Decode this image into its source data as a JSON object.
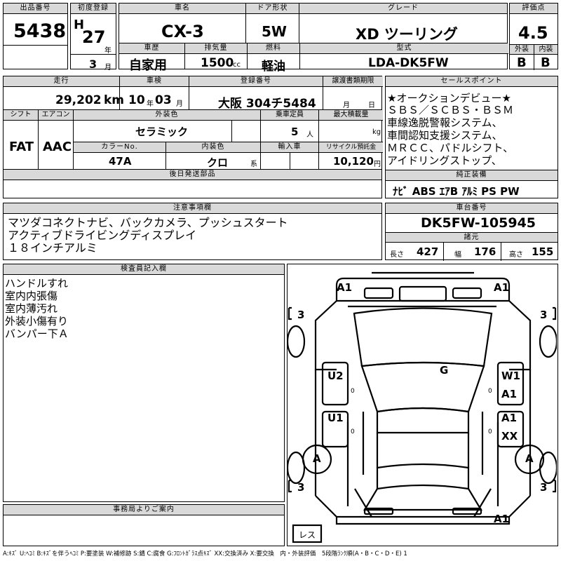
{
  "lot": {
    "label": "出品番号",
    "value": "5438"
  },
  "first_reg": {
    "label": "初度登録",
    "era": "H",
    "year": "27",
    "year_unit": "年",
    "month": "3",
    "month_unit": "月"
  },
  "model": {
    "label": "車名",
    "value": "CX-3"
  },
  "doors": {
    "label": "ドア形状",
    "value": "5W"
  },
  "grade": {
    "label": "グレード",
    "value": "XD ツーリング"
  },
  "score": {
    "label": "評価点",
    "value": "4.5",
    "ext_label": "外装",
    "int_label": "内装",
    "ext_value": "B",
    "int_value": "B"
  },
  "history": {
    "label": "車歴",
    "value": "自家用"
  },
  "displacement": {
    "label": "排気量",
    "value": "1500",
    "unit": "cc"
  },
  "fuel": {
    "label": "燃料",
    "value": "軽油"
  },
  "type_code": {
    "label": "型式",
    "value": "LDA-DK5FW"
  },
  "mileage": {
    "label": "走行",
    "value": "29,202",
    "unit": "km"
  },
  "inspection": {
    "label": "車検",
    "year": "10",
    "year_unit": "年",
    "month": "03",
    "month_unit": "月"
  },
  "plate": {
    "label": "登録番号",
    "value": "大阪 304チ5484"
  },
  "transfer": {
    "label": "譲渡書類期限",
    "month_unit": "月",
    "day_unit": "日"
  },
  "shift": {
    "label": "シフト",
    "value": "FAT"
  },
  "aircon": {
    "label": "エアコン",
    "value": "AAC"
  },
  "ext_color": {
    "label": "外装色",
    "value": "セラミック"
  },
  "capacity": {
    "label": "乗車定員",
    "value": "5",
    "unit": "人"
  },
  "max_load": {
    "label": "最大積載量",
    "unit": "kg"
  },
  "color_no": {
    "label": "カラーNo.",
    "value": "47A"
  },
  "int_color": {
    "label": "内装色",
    "value": "クロ",
    "unit": "系"
  },
  "import": {
    "label": "輸入車"
  },
  "recycle": {
    "label": "リサイクル預託金",
    "value": "10,120",
    "unit": "円"
  },
  "later_parts": {
    "label": "後日発送部品"
  },
  "sales_points": {
    "label": "セールスポイント",
    "lines": [
      "★オークションデビュー★",
      "ＳＢＳ／ＳＣＢＳ・ＢＳＭ",
      "車線逸脱警報システム、",
      "車間認知支援システム、",
      "ＭＲＣＣ、パドルシフト、",
      "アイドリングストップ、"
    ]
  },
  "equipment": {
    "label": "純正装備",
    "value": "ﾅﾋﾞ ABS ｴｱB ｱﾙﾐ PS PW"
  },
  "notes": {
    "label": "注意事項欄",
    "lines": [
      "マツダコネクトナビ、バックカメラ、プッシュスタート",
      "アクティブドライビングディスプレイ",
      "１８インチアルミ"
    ]
  },
  "chassis": {
    "label": "車台番号",
    "value": "DK5FW-105945"
  },
  "specs": {
    "label": "諸元",
    "length_label": "長さ",
    "length": "427",
    "width_label": "幅",
    "width": "176",
    "height_label": "高さ",
    "height": "155"
  },
  "inspector": {
    "label": "検査員記入欄",
    "lines": [
      "ハンドルすれ",
      "室内内張傷",
      "室内薄汚れ",
      "外装小傷有り",
      "バンパー下Ａ"
    ]
  },
  "office": {
    "label": "事務局よりご案内"
  },
  "diagram": {
    "front_left": "A1",
    "front_right": "A1",
    "rear_right": "A1",
    "tire_fl": "3",
    "tire_fr": "3",
    "tire_rl": "3",
    "tire_rr": "3",
    "windshield": "G",
    "door_fl": "U2",
    "door_rl": "U1",
    "door_fr_1": "W1",
    "door_fr_2": "A1",
    "door_rr_1": "A1",
    "door_rr_2": "XX",
    "zero_1": "0",
    "zero_2": "0",
    "zero_3": "0",
    "zero_4": "0",
    "wheel_left": "A",
    "wheel_right": "A",
    "rest": "レス"
  },
  "legend": "A:ｷｽﾞ U:ﾍｺﾐ B:ｷｽﾞを伴うﾍｺﾐ P:要塗装 W:補修跡 S:錆 C:腐食 G:ﾌﾛﾝﾄｶﾞﾗｽ点ｷｽﾞ XX:交換済み X:要交換　内・外装評価　5段階ﾗﾝｸ順(A・B・C・D・E) 1"
}
